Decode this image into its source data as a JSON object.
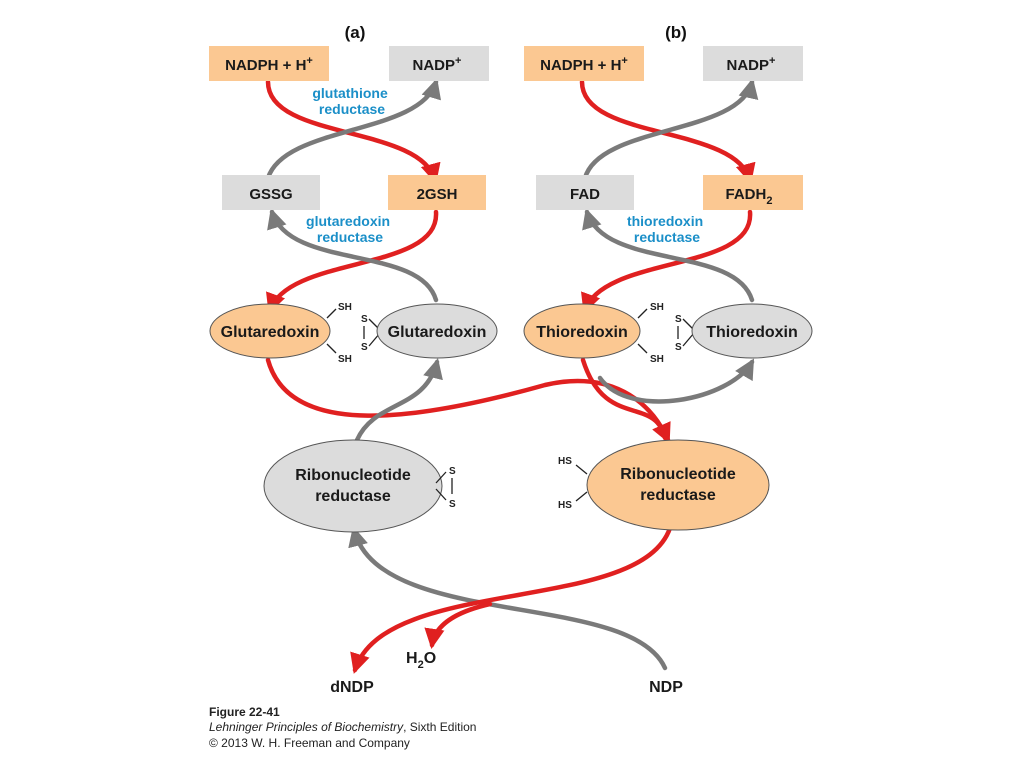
{
  "panels": {
    "a": "(a)",
    "b": "(b)"
  },
  "left": {
    "top_left": "NADPH + H",
    "top_left_sup": "+",
    "top_right": "NADP",
    "top_right_sup": "+",
    "enzyme1": [
      "glutathione",
      "reductase"
    ],
    "mid_left": "GSSG",
    "mid_right": "2GSH",
    "enzyme2": [
      "glutaredoxin",
      "reductase"
    ],
    "ellipse_left": "Glutaredoxin",
    "ellipse_right": "Glutaredoxin",
    "sh_top": "SH",
    "sh_bottom": "SH",
    "s": "S"
  },
  "right": {
    "top_left": "NADPH + H",
    "top_left_sup": "+",
    "top_right": "NADP",
    "top_right_sup": "+",
    "mid_left": "FAD",
    "mid_right": "FADH",
    "mid_right_sub": "2",
    "enzyme2": [
      "thioredoxin",
      "reductase"
    ],
    "ellipse_left": "Thioredoxin",
    "ellipse_right": "Thioredoxin",
    "sh_top": "SH",
    "sh_bottom": "SH",
    "s": "S"
  },
  "bottom": {
    "rr_oxidized": [
      "Ribonucleotide",
      "reductase"
    ],
    "rr_reduced": [
      "Ribonucleotide",
      "reductase"
    ],
    "s": "S",
    "hs": "HS",
    "water": "H",
    "water_sub": "2",
    "water_o": "O",
    "dndp": "dNDP",
    "ndp": "NDP"
  },
  "caption": {
    "figure": "Figure 22-41",
    "book_title": "Lehninger Principles of Biochemistry",
    "book_edition": ", Sixth Edition",
    "copyright": "© 2013 W. H. Freeman and Company"
  },
  "colors": {
    "red_arrow": "#e02020",
    "gray_arrow": "#7a7a7a",
    "orange_fill": "#fbc892",
    "gray_fill": "#dcdcdc",
    "enzyme_blue": "#1b8fc8"
  }
}
